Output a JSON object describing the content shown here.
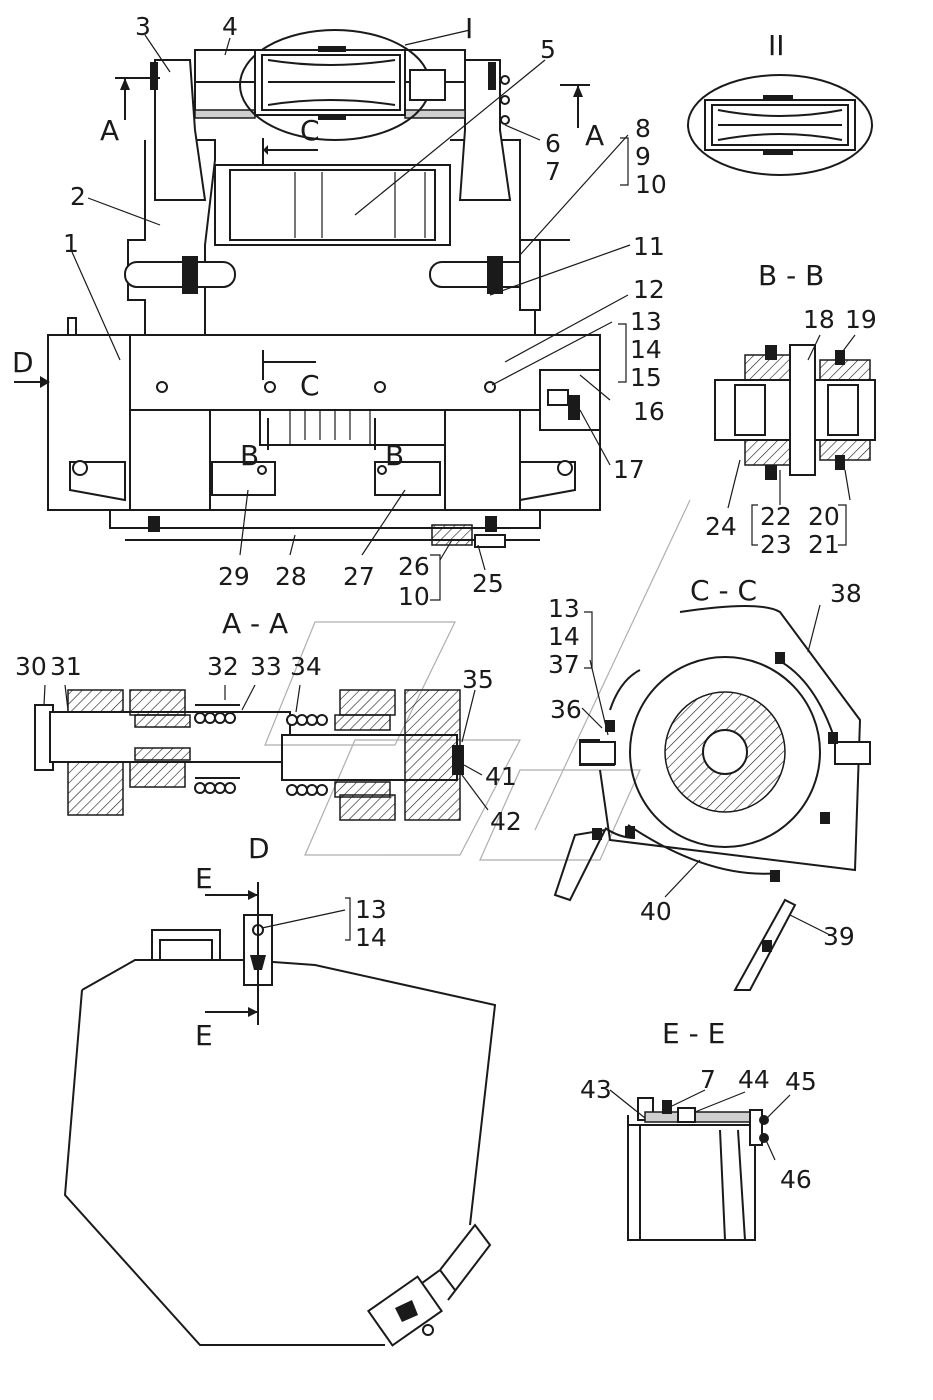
{
  "view_marks": {
    "detail_1": "I",
    "detail_2": "II",
    "a_left": "A",
    "a_right": "A",
    "c_top": "C",
    "c_mid": "C",
    "b_left": "B",
    "b_right": "B",
    "d_arrow": "D"
  },
  "section_titles": {
    "bb": "B - B",
    "aa": "A - A",
    "cc": "C - C",
    "d": "D",
    "ee": "E - E",
    "e_top": "E",
    "e_bottom": "E"
  },
  "callouts": {
    "n1": "1",
    "n2": "2",
    "n3": "3",
    "n4": "4",
    "n5": "5",
    "n6": "6",
    "n7": "7",
    "n8": "8",
    "n9": "9",
    "n10": "10",
    "n11": "11",
    "n12": "12",
    "n13": "13",
    "n14": "14",
    "n15": "15",
    "n16": "16",
    "n17": "17",
    "n18": "18",
    "n19": "19",
    "n20": "20",
    "n21": "21",
    "n22": "22",
    "n23": "23",
    "n24": "24",
    "n25": "25",
    "n26": "26",
    "n10b": "10",
    "n27": "27",
    "n28": "28",
    "n29": "29",
    "n30": "30",
    "n31": "31",
    "n32": "32",
    "n33": "33",
    "n34": "34",
    "n35": "35",
    "n36": "36",
    "n37": "37",
    "n38": "38",
    "n39": "39",
    "n40": "40",
    "n41": "41",
    "n42": "42",
    "n13b": "13",
    "n14b": "14",
    "n13c": "13",
    "n14c": "14",
    "n43": "43",
    "n7b": "7",
    "n44": "44",
    "n45": "45",
    "n46": "46"
  }
}
